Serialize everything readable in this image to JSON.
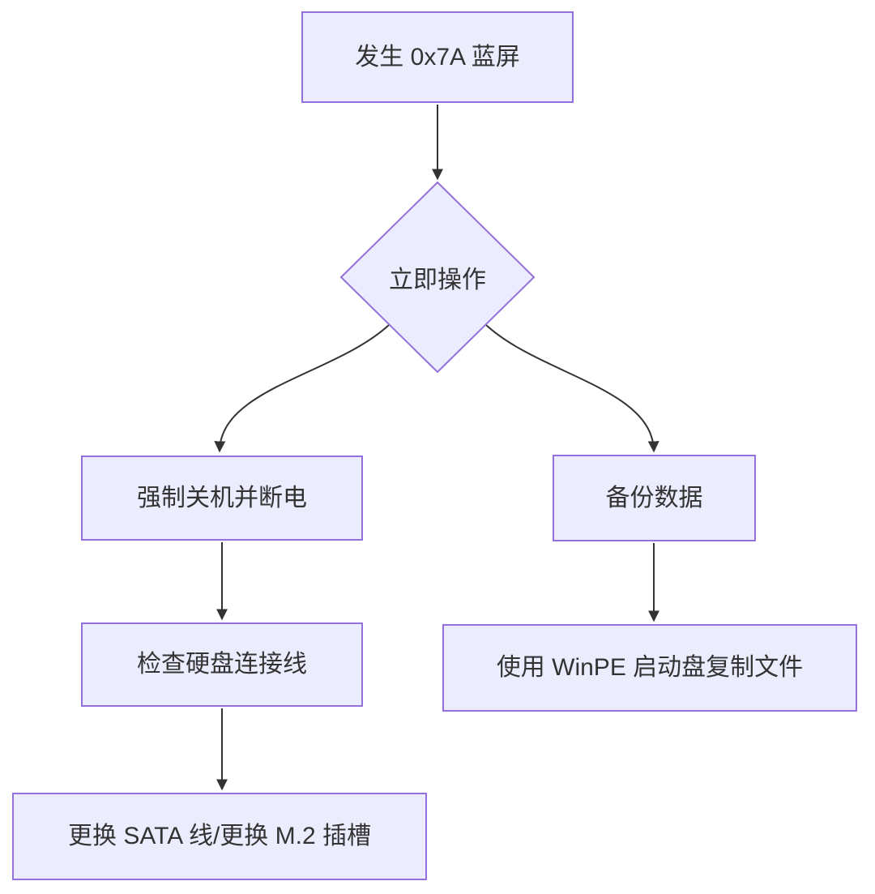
{
  "diagram": {
    "type": "flowchart",
    "direction": "top-down",
    "colors": {
      "node_fill": "#ECECFF",
      "node_border": "#9370DB",
      "edge": "#333333",
      "text": "#333333",
      "background": "#FFFFFF"
    },
    "nodes": {
      "start": {
        "label": "发生 0x7A 蓝屏",
        "shape": "rectangle"
      },
      "decision": {
        "label": "立即操作",
        "shape": "diamond"
      },
      "shutdown": {
        "label": "强制关机并断电",
        "shape": "rectangle"
      },
      "check_cable": {
        "label": "检查硬盘连接线",
        "shape": "rectangle"
      },
      "replace_parts": {
        "label": "更换 SATA 线/更换 M.2 插槽",
        "shape": "rectangle"
      },
      "backup": {
        "label": "备份数据",
        "shape": "rectangle"
      },
      "winpe_copy": {
        "label": "使用 WinPE 启动盘复制文件",
        "shape": "rectangle"
      }
    },
    "edges": [
      {
        "from": "start",
        "to": "decision"
      },
      {
        "from": "decision",
        "to": "shutdown"
      },
      {
        "from": "decision",
        "to": "backup"
      },
      {
        "from": "shutdown",
        "to": "check_cable"
      },
      {
        "from": "check_cable",
        "to": "replace_parts"
      },
      {
        "from": "backup",
        "to": "winpe_copy"
      }
    ]
  }
}
